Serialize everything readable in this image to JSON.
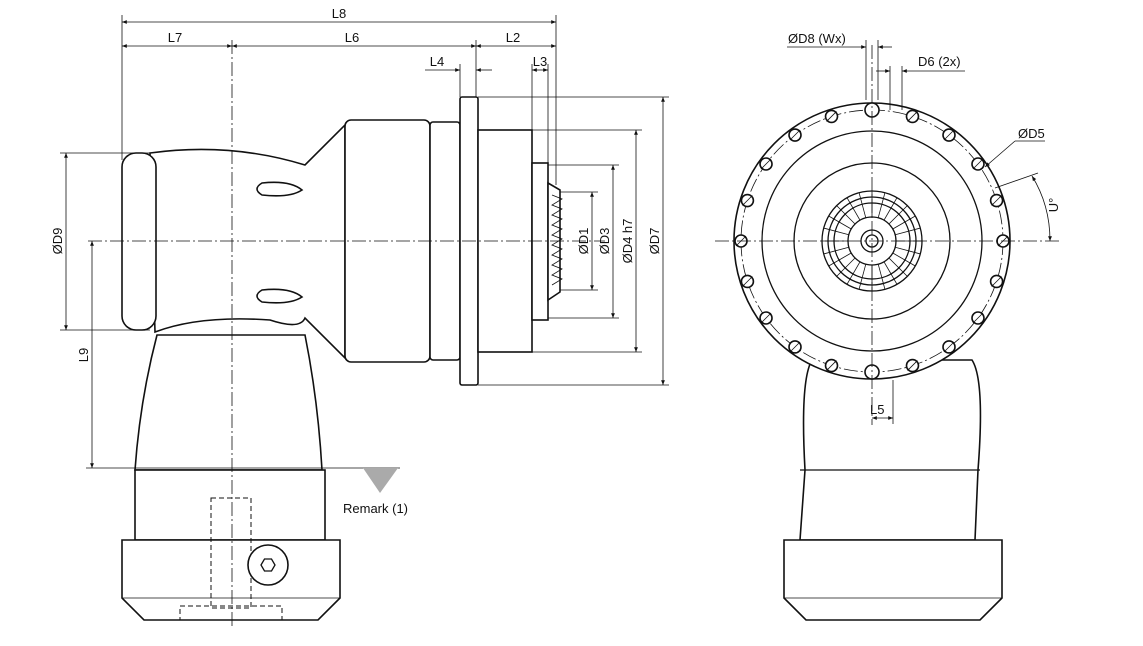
{
  "title": "Right-angle gearbox dimension drawing",
  "side_view": {
    "dims": {
      "L8": "L8",
      "L7": "L7",
      "L6": "L6",
      "L2": "L2",
      "L4": "L4",
      "L3": "L3",
      "D9": "ØD9",
      "L9": "L9",
      "D1": "ØD1",
      "D3": "ØD3",
      "D4": "ØD4 h7",
      "D7": "ØD7"
    },
    "remark": "Remark (1)"
  },
  "front_view": {
    "dims": {
      "D8": "ØD8 (Wx)",
      "D6": "D6 (2x)",
      "D5": "ØD5",
      "U": "U°",
      "L5": "L5"
    }
  }
}
